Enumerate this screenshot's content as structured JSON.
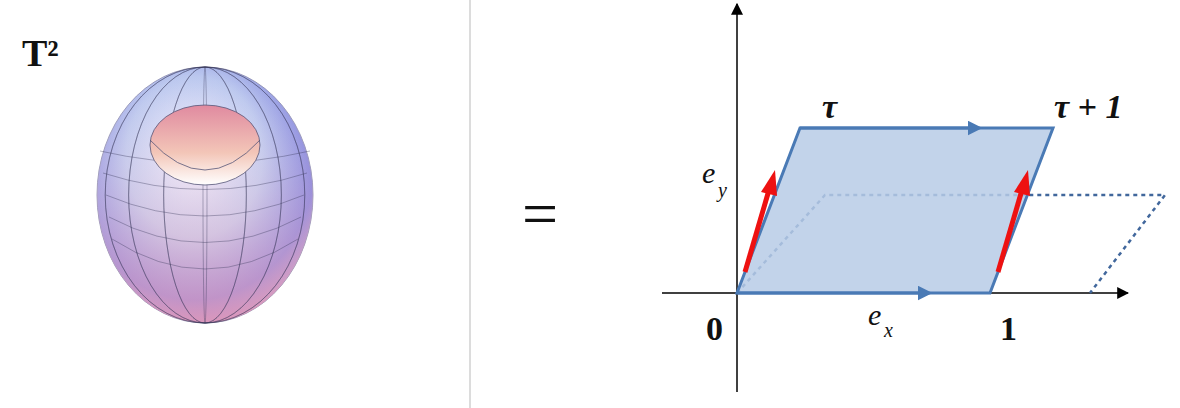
{
  "diagram": {
    "labels": [
      "T²",
      "=",
      "τ",
      "τ + 1",
      "e",
      "y",
      "0",
      "e",
      "x",
      "1"
    ]
  }
}
